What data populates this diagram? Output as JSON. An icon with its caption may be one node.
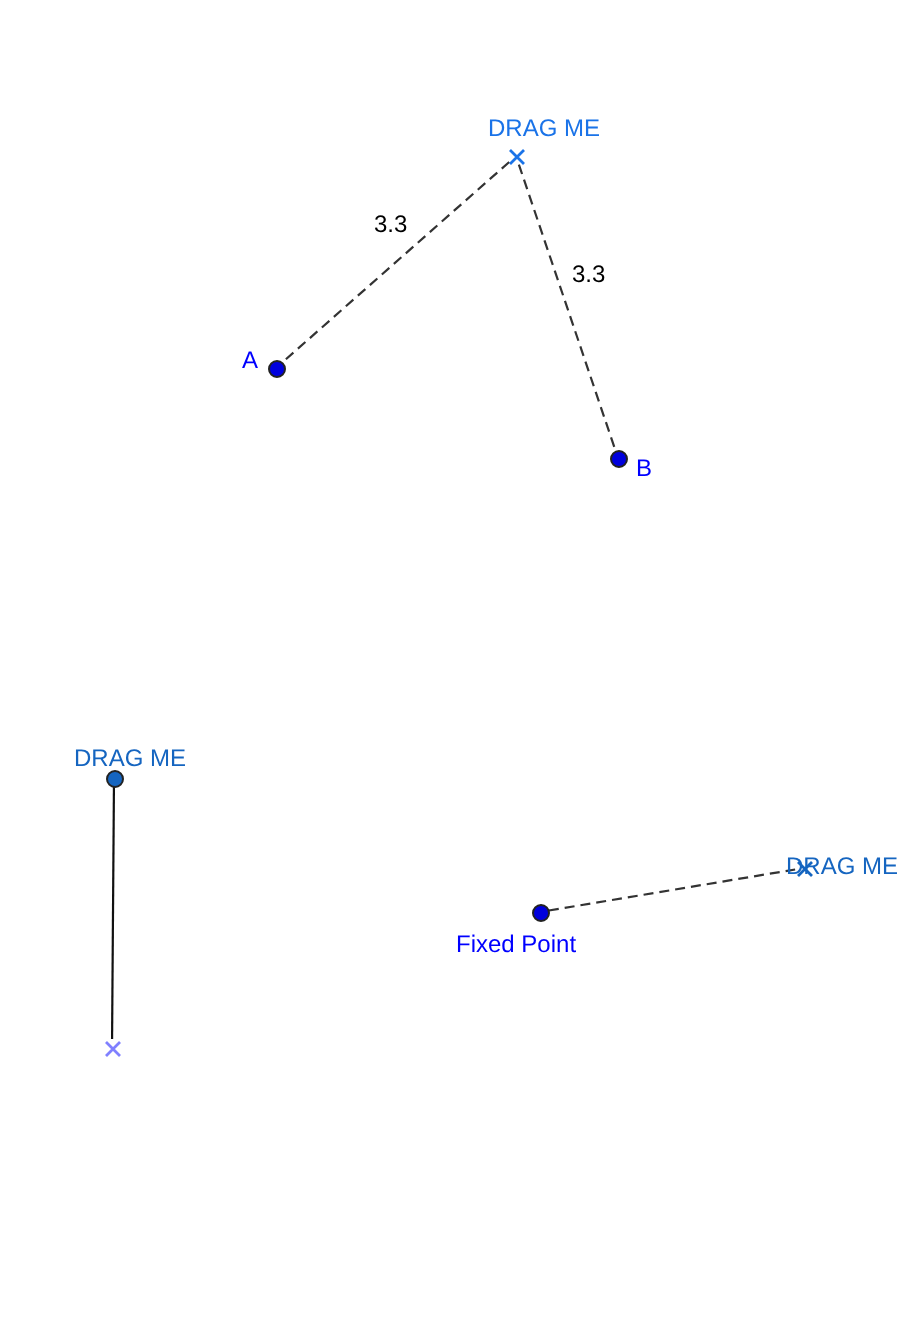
{
  "diagram": {
    "nodes": [
      {
        "text": [
          "DRAG ME"
        ]
      },
      {
        "text": [
          "A"
        ]
      },
      {
        "text": [
          "B"
        ]
      },
      {
        "text": [
          "DRAG ME"
        ]
      },
      {
        "text": [],
        "shape": "cross"
      },
      {
        "text": [
          "Fixed Point"
        ]
      },
      {
        "text": [
          "DRAG ME"
        ]
      }
    ],
    "edges": [
      {
        "from": 0,
        "to": 1,
        "arrow": "none",
        "style": "dashed",
        "label": "3.3"
      },
      {
        "from": 0,
        "to": 2,
        "arrow": "none",
        "style": "dashed",
        "label": "3.3"
      },
      {
        "from": 3,
        "to": 4,
        "arrow": "none"
      },
      {
        "from": 5,
        "to": 6,
        "arrow": "none",
        "style": "dashed"
      }
    ]
  }
}
